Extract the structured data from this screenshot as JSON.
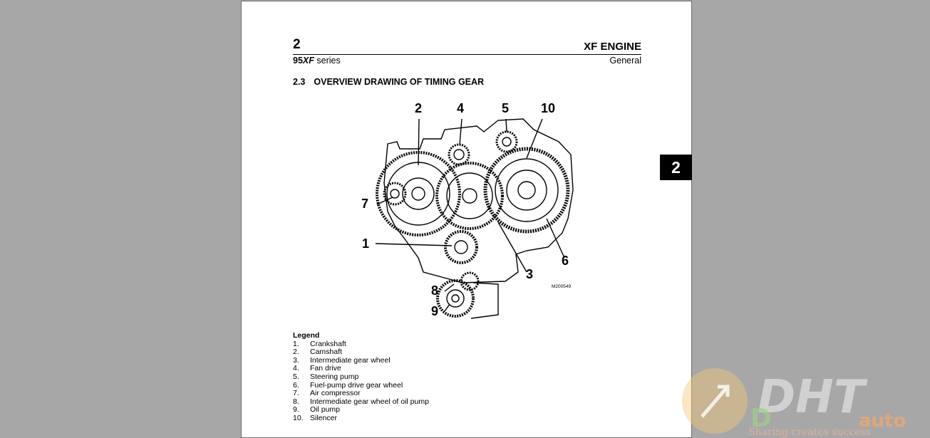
{
  "header": {
    "chapter": "2",
    "title": "XF ENGINE",
    "series_prefix": "95",
    "series_model": "XF",
    "series_suffix": " series",
    "subtitle": "General"
  },
  "section": {
    "number": "2.3",
    "title": "OVERVIEW DRAWING OF TIMING GEAR"
  },
  "figure": {
    "code": "M200549",
    "callouts": [
      "1",
      "2",
      "3",
      "4",
      "5",
      "6",
      "7",
      "8",
      "9",
      "10"
    ]
  },
  "legend": {
    "title": "Legend",
    "items": [
      {
        "num": "1.",
        "label": "Crankshaft"
      },
      {
        "num": "2.",
        "label": "Camshaft"
      },
      {
        "num": "3.",
        "label": "Intermediate gear wheel"
      },
      {
        "num": "4.",
        "label": "Fan drive"
      },
      {
        "num": "5.",
        "label": "Steering pump"
      },
      {
        "num": "6.",
        "label": "Fuel-pump drive gear wheel"
      },
      {
        "num": "7.",
        "label": "Air compressor"
      },
      {
        "num": "8.",
        "label": "Intermediate gear wheel of oil pump"
      },
      {
        "num": "9.",
        "label": "Oil pump"
      },
      {
        "num": "10.",
        "label": "Silencer"
      }
    ]
  },
  "side_tab": "2",
  "watermark": {
    "brand": "DHT",
    "brand2": "auto",
    "tagline": "Sharing creates success"
  }
}
